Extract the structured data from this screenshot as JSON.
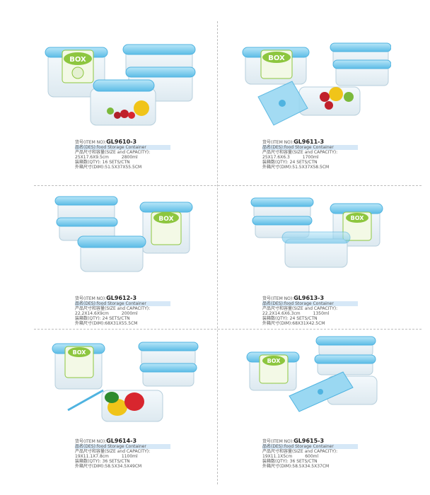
{
  "products": [
    {
      "item_label": "货号(ITEM NO):",
      "item_no": "GL9610-3",
      "des": "品名(DES):food  Storage Container",
      "capacity_label": "产品尺寸和容量(SIZE and CAPACITY):",
      "size": "25X17.6X9.5cm",
      "volume": "2800ml",
      "qty": "装箱数(QTY): 16 SETS/CTN",
      "dim": "外箱尺寸(DIM):51.5X37X55.5CM"
    },
    {
      "item_label": "货号(ITEM NO):",
      "item_no": "GL9611-3",
      "des": "品名(DES):food  Storage Container",
      "capacity_label": "产品尺寸和容量(SIZE and CAPACITY):",
      "size": "25X17.6X6.3",
      "volume": "1700ml",
      "qty": "装箱数(QTY): 24 SETS/CTN",
      "dim": "外箱尺寸(DIM):51.5X37X58.5CM"
    },
    {
      "item_label": "货号(ITEM NO):",
      "item_no": "GL9612-3",
      "des": "品名(DES):food  Storage Container",
      "capacity_label": "产品尺寸和容量(SIZE and CAPACITY):",
      "size": "22.2X14.6X9cm",
      "volume": "2000ml",
      "qty": "装箱数(QTY): 24 SETS/CTN",
      "dim": "外箱尺寸(DIM):68X31X55.5CM"
    },
    {
      "item_label": "货号(ITEM NO):",
      "item_no": "GL9613-3",
      "des": "品名(DES):food  Storage Container",
      "capacity_label": "产品尺寸和容量(SIZE and CAPACITY):",
      "size": "22.2X14.6X6.3cm",
      "volume": "1350ml",
      "qty": "装箱数(QTY): 24 SETS/CTN",
      "dim": "外箱尺寸(DIM):68X31X42.5CM"
    },
    {
      "item_label": "货号(ITEM NO):",
      "item_no": "GL9614-3",
      "des": "品名(DES):food  Storage Container",
      "capacity_label": "产品尺寸和容量(SIZE and CAPACITY):",
      "size": "19X11.1X7.8cm",
      "volume": "1100ml",
      "qty": "装箱数(QTY): 36 SETS/CTN",
      "dim": "外箱尺寸(DIM):58.5X34.5X49CM"
    },
    {
      "item_label": "货号(ITEM NO):",
      "item_no": "GL9615-3",
      "des": "品名(DES):food  Storage Container",
      "capacity_label": "产品尺寸和容量(SIZE and CAPACITY):",
      "size": "19X11.1X5cm",
      "volume": "600ml",
      "qty": "装箱数(QTY): 36 SETS/CTN",
      "dim": "外箱尺寸(DIM):58.5X34.5X37CM"
    }
  ],
  "label_text": "BOX",
  "colors": {
    "lid": "#8fd3f0",
    "lid_dark": "#4fb3e0",
    "body": "#eef6fb",
    "label_green": "#8dc63f"
  }
}
